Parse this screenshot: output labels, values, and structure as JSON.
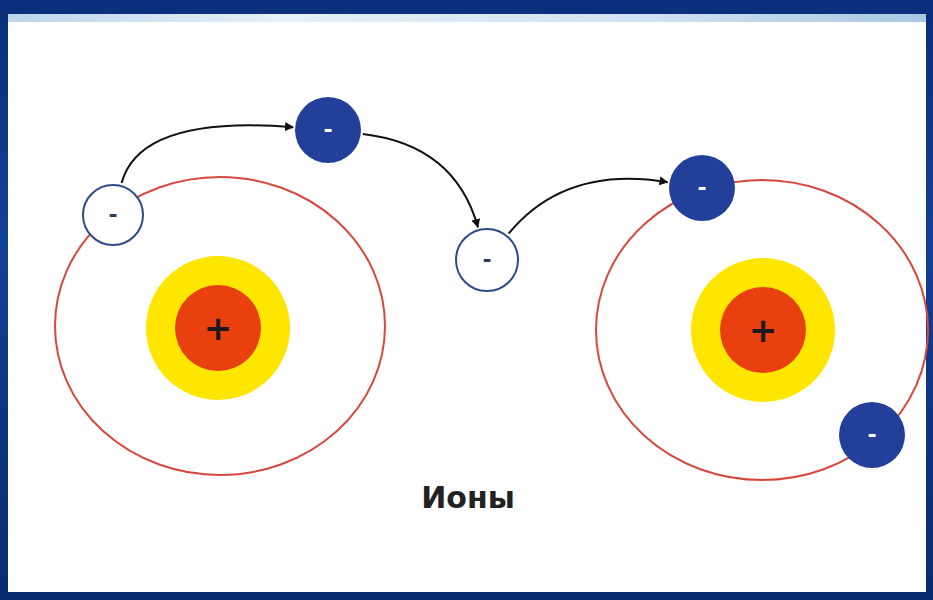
{
  "diagram": {
    "nodes": [
      {
        "text": [
          "-"
        ]
      },
      {
        "text": [
          "-"
        ]
      },
      {
        "text": [
          "-"
        ]
      },
      {
        "text": [
          "-"
        ]
      },
      {
        "text": [
          "+"
        ]
      },
      {
        "text": [
          "+"
        ]
      },
      {
        "text": [
          "-"
        ]
      }
    ],
    "edges": [
      {
        "from": 0,
        "to": 1,
        "arrow": "to"
      },
      {
        "from": 1,
        "to": 2,
        "arrow": "to"
      },
      {
        "from": 2,
        "to": 3,
        "arrow": "to"
      }
    ],
    "labels": [
      "Ионы"
    ]
  }
}
